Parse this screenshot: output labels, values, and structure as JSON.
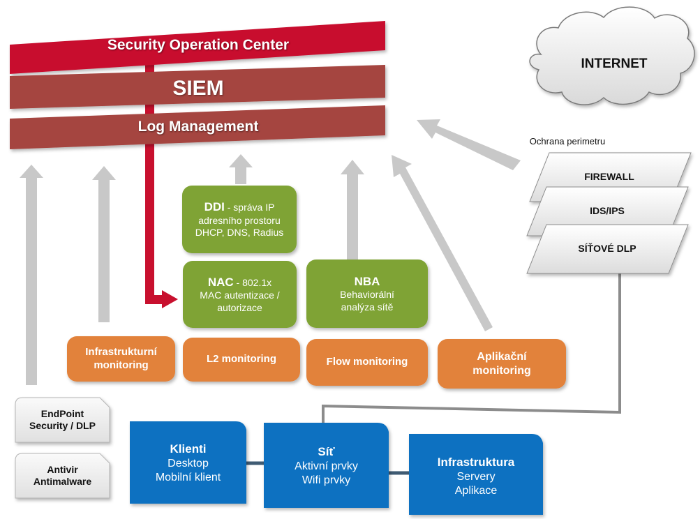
{
  "soc": {
    "title": "Security Operation Center",
    "siem": "SIEM",
    "log": "Log Management"
  },
  "internet": {
    "label": "INTERNET",
    "perimeter": "Ochrana perimetru"
  },
  "perimeter_layers": [
    "FIREWALL",
    "IDS/IPS",
    "SÍŤOVÉ DLP"
  ],
  "ddi": {
    "title": "DDI",
    "suffix": " - správa IP",
    "line2": "adresního prostoru",
    "line3": "DHCP, DNS, Radius"
  },
  "nac": {
    "title": "NAC",
    "suffix": " - 802.1x",
    "line2": "MAC autentizace /",
    "line3": "autorizace"
  },
  "nba": {
    "title": "NBA",
    "line2": "Behaviorální",
    "line3": "analýza sítě"
  },
  "monitoring": {
    "infra": [
      "Infrastrukturní",
      "monitoring"
    ],
    "l2": "L2 monitoring",
    "flow": "Flow monitoring",
    "app": [
      "Aplikační",
      "monitoring"
    ]
  },
  "endpoint": {
    "line1": "EndPoint",
    "line2": "Security / DLP"
  },
  "antivir": {
    "line1": "Antivir",
    "line2": "Antimalware"
  },
  "klienti": {
    "title": "Klienti",
    "line2": "Desktop",
    "line3": "Mobilní klient"
  },
  "sit": {
    "title": "Síť",
    "line2": "Aktivní prvky",
    "line3": "Wifi prvky"
  },
  "infra": {
    "title": "Infrastruktura",
    "line2": "Servery",
    "line3": "Aplikace"
  },
  "colors": {
    "red": "#c8102e",
    "maroon": "#a5443f",
    "green": "#7fa336",
    "orange": "#e2823a",
    "blue": "#0f71c1",
    "gray": "#c8c8c8"
  }
}
